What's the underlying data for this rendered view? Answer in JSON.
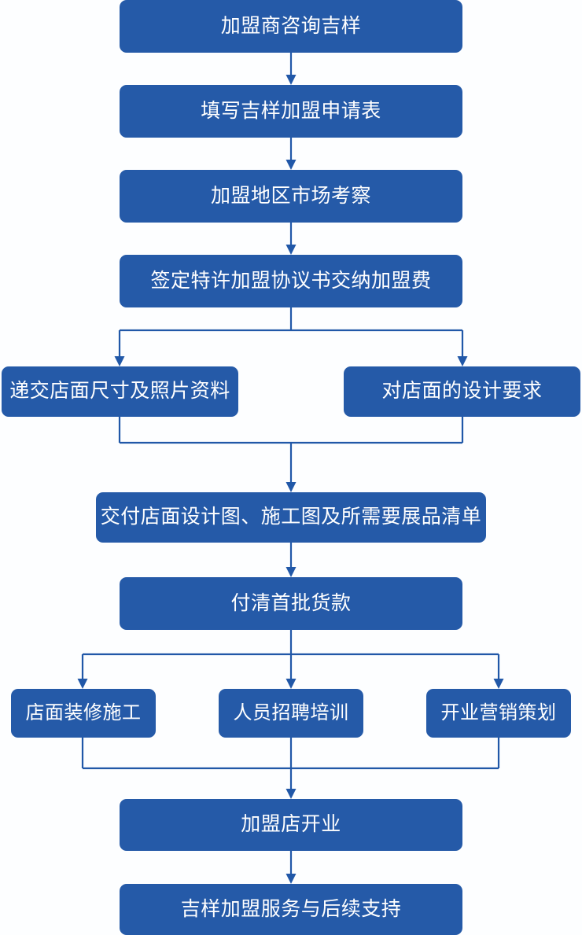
{
  "chart_data": {
    "type": "diagram",
    "title": "",
    "orientation": "top-to-bottom",
    "node_fill_color": "#255AA8",
    "node_text_color": "#FFFFFF",
    "connector_color": "#2158A8",
    "background_color": "#FDFEFF",
    "nodes": [
      {
        "id": "n1",
        "label": "加盟商咨询吉样"
      },
      {
        "id": "n2",
        "label": "填写吉样加盟申请表"
      },
      {
        "id": "n3",
        "label": "加盟地区市场考察"
      },
      {
        "id": "n4",
        "label": "签定特许加盟协议书交纳加盟费"
      },
      {
        "id": "n5a",
        "label": "递交店面尺寸及照片资料"
      },
      {
        "id": "n5b",
        "label": "对店面的设计要求"
      },
      {
        "id": "n6",
        "label": "交付店面设计图、施工图及所需要展品清单"
      },
      {
        "id": "n7",
        "label": "付清首批货款"
      },
      {
        "id": "n8a",
        "label": "店面装修施工"
      },
      {
        "id": "n8b",
        "label": "人员招聘培训"
      },
      {
        "id": "n8c",
        "label": "开业营销策划"
      },
      {
        "id": "n9",
        "label": "加盟店开业"
      },
      {
        "id": "n10",
        "label": "吉样加盟服务与后续支持"
      }
    ],
    "edges": [
      {
        "from": "n1",
        "to": "n2",
        "type": "straight-arrow"
      },
      {
        "from": "n2",
        "to": "n3",
        "type": "straight-arrow"
      },
      {
        "from": "n3",
        "to": "n4",
        "type": "straight-arrow"
      },
      {
        "from": "n4",
        "to": "n5a",
        "type": "split-arrow"
      },
      {
        "from": "n4",
        "to": "n5b",
        "type": "split-arrow"
      },
      {
        "from": "n5a",
        "to": "n6",
        "type": "merge-arrow"
      },
      {
        "from": "n5b",
        "to": "n6",
        "type": "merge-arrow"
      },
      {
        "from": "n6",
        "to": "n7",
        "type": "straight-arrow"
      },
      {
        "from": "n7",
        "to": "n8a",
        "type": "split-arrow"
      },
      {
        "from": "n7",
        "to": "n8b",
        "type": "split-arrow"
      },
      {
        "from": "n7",
        "to": "n8c",
        "type": "split-arrow"
      },
      {
        "from": "n8a",
        "to": "n9",
        "type": "merge-arrow"
      },
      {
        "from": "n8b",
        "to": "n9",
        "type": "merge-arrow"
      },
      {
        "from": "n8c",
        "to": "n9",
        "type": "merge-arrow"
      },
      {
        "from": "n9",
        "to": "n10",
        "type": "straight-arrow"
      }
    ]
  },
  "flow": {
    "step1": "加盟商咨询吉样",
    "step2": "填写吉样加盟申请表",
    "step3": "加盟地区市场考察",
    "step4": "签定特许加盟协议书交纳加盟费",
    "step5_left": "递交店面尺寸及照片资料",
    "step5_right": "对店面的设计要求",
    "step6": "交付店面设计图、施工图及所需要展品清单",
    "step7": "付清首批货款",
    "step8_left": "店面装修施工",
    "step8_center": "人员招聘培训",
    "step8_right": "开业营销策划",
    "step9": "加盟店开业",
    "step10": "吉样加盟服务与后续支持"
  }
}
